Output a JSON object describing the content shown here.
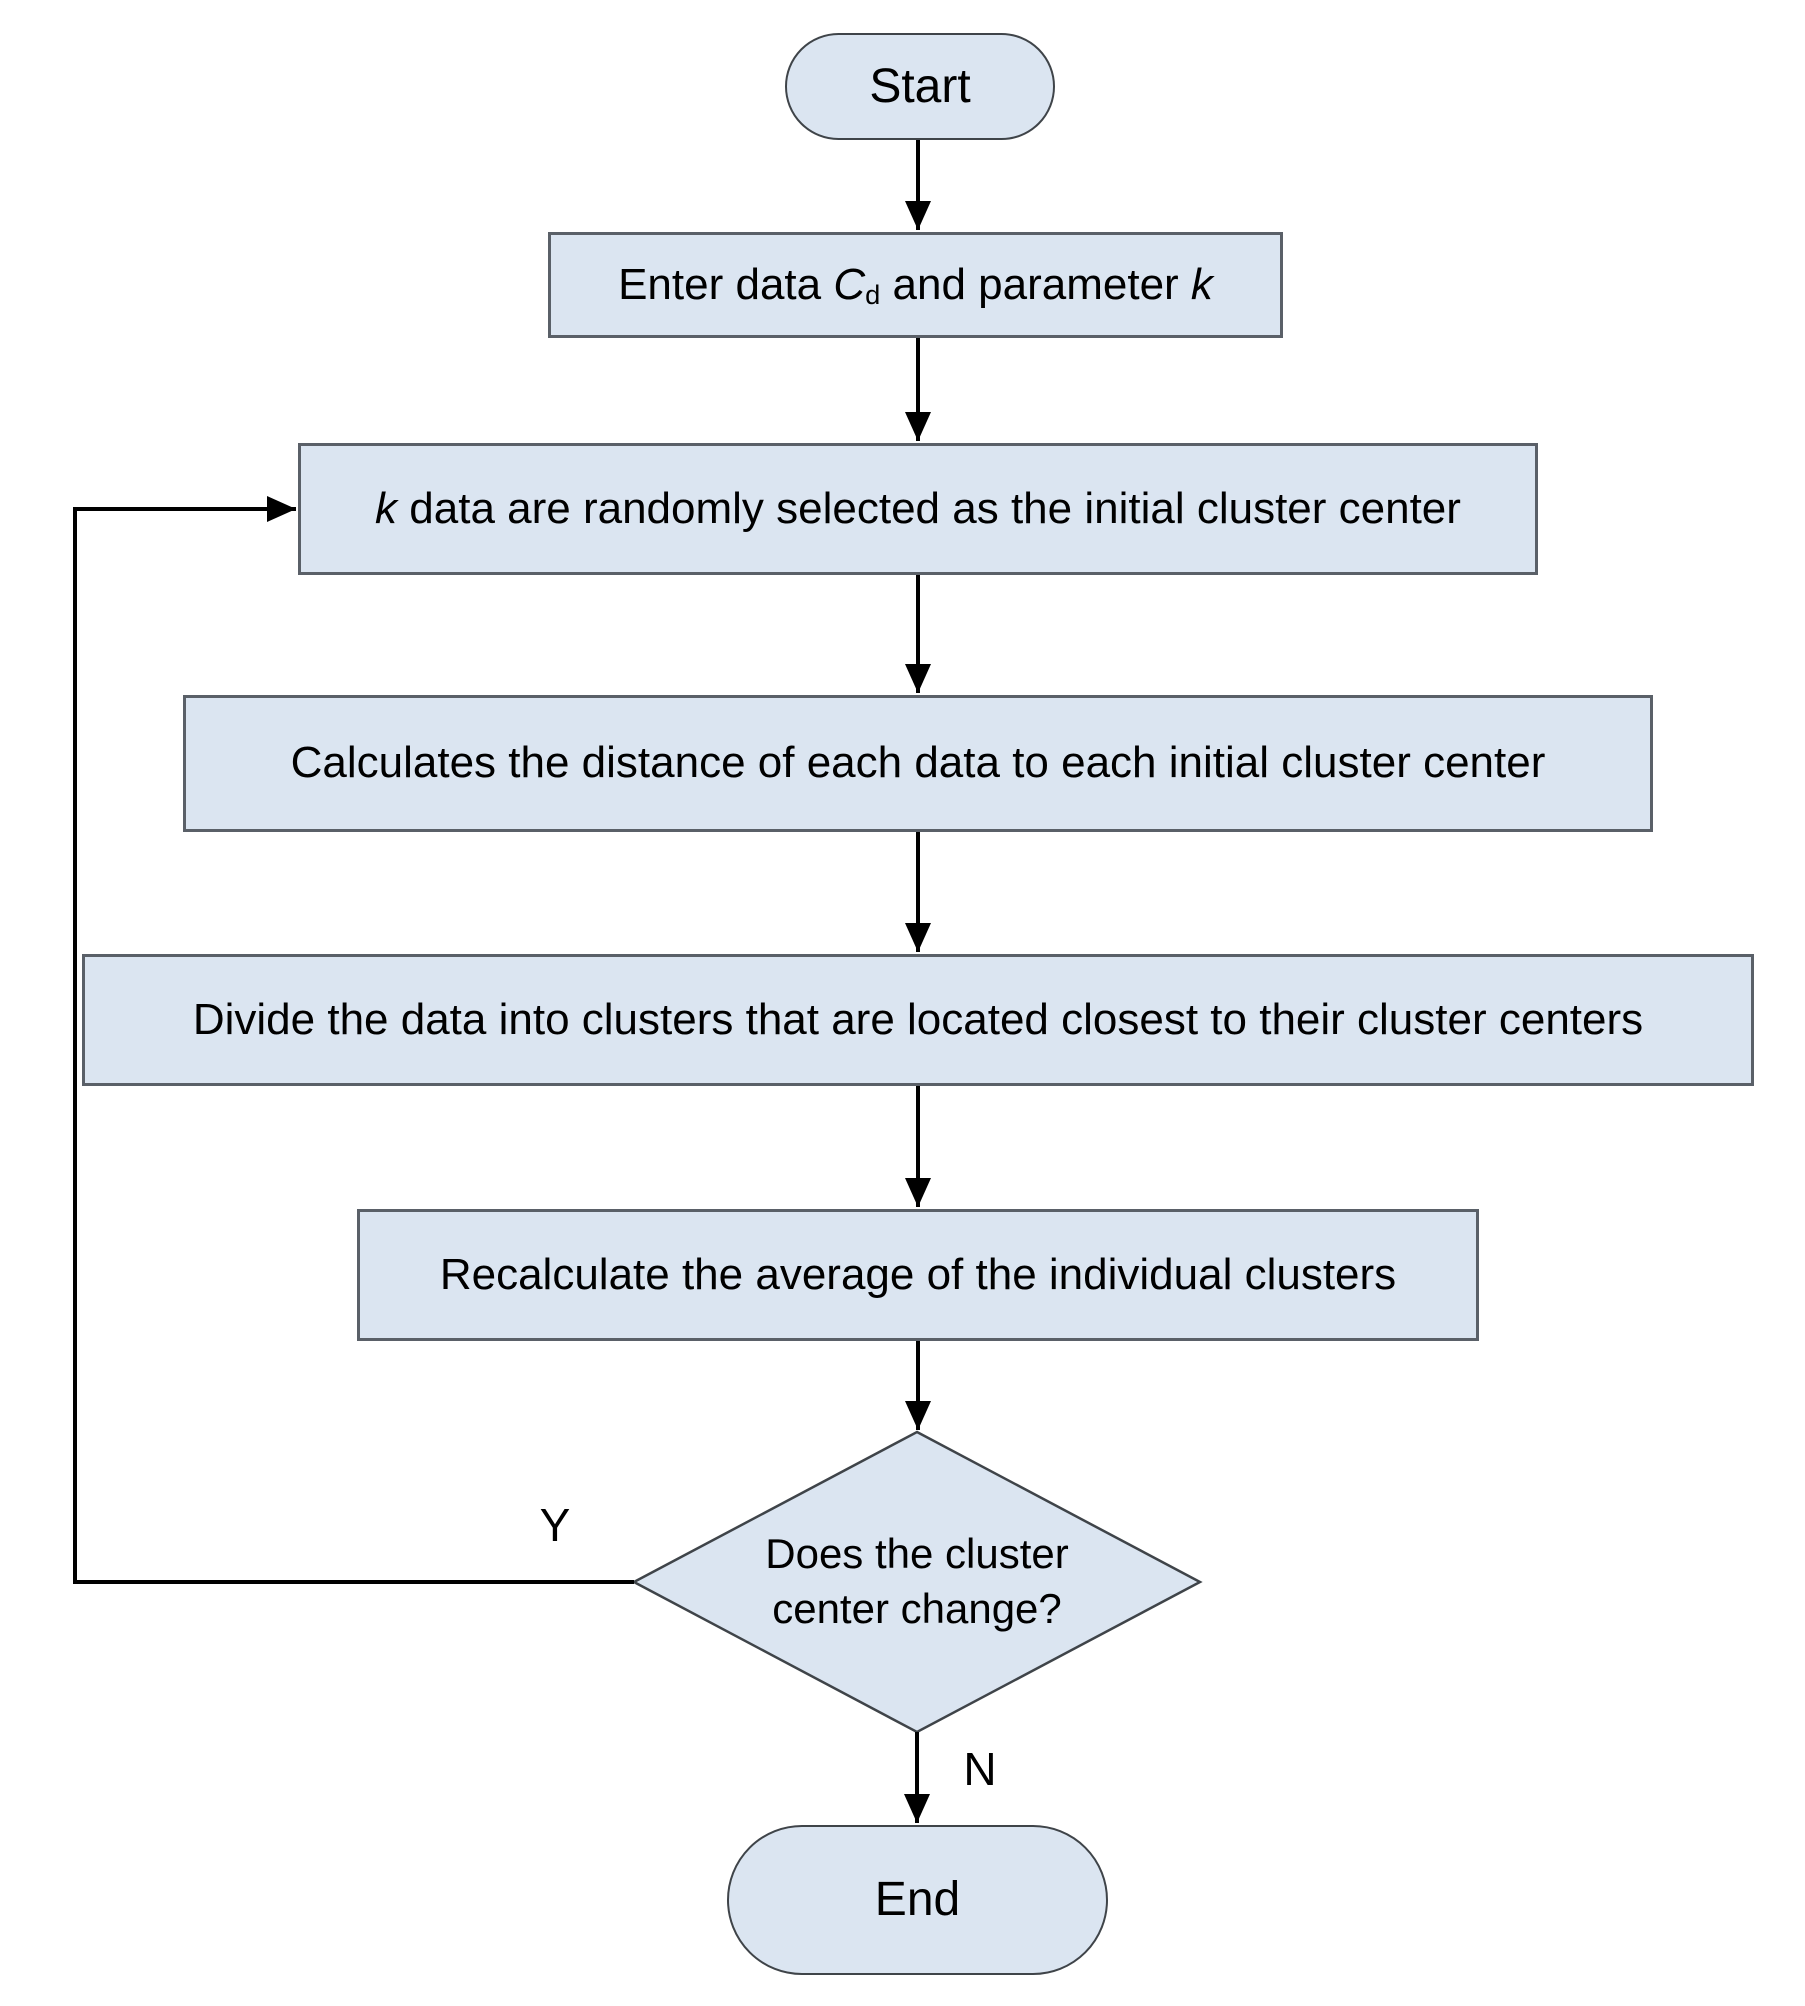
{
  "colors": {
    "node_fill": "#dbe5f1",
    "node_border": "#5a6068",
    "shape_border": "#3f4449",
    "arrow_color": "#000000",
    "text_color": "#000000"
  },
  "nodes": {
    "start": {
      "label": "Start"
    },
    "enter": {
      "prefix": "Enter data ",
      "var1": "C",
      "sub1": "d",
      "middle": " and parameter ",
      "var2": "k"
    },
    "select": {
      "var": "k",
      "rest": " data are randomly selected as the initial cluster center"
    },
    "calc": {
      "label": "Calculates the distance of each data to each initial cluster center"
    },
    "divide": {
      "label": "Divide the data into clusters that are located closest to their cluster centers"
    },
    "recalc": {
      "label": "Recalculate the average of the individual clusters"
    },
    "decision": {
      "line1": "Does the cluster",
      "line2": "center change?"
    },
    "end": {
      "label": "End"
    }
  },
  "edges": {
    "yes_label": "Y",
    "no_label": "N"
  }
}
